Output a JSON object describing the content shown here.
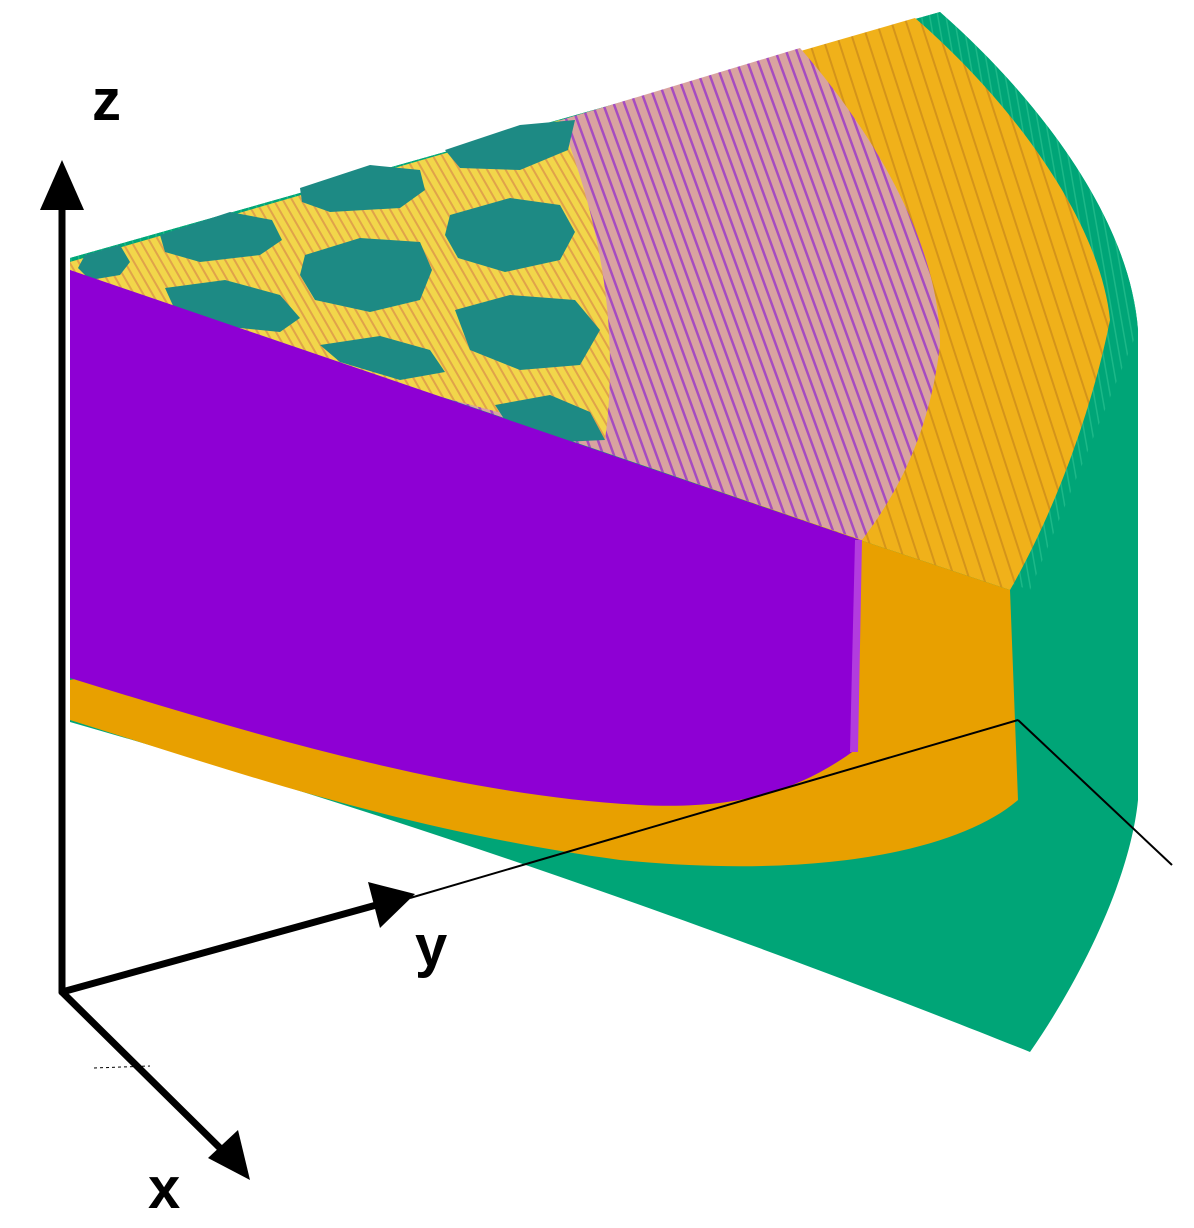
{
  "axes": {
    "x": "x",
    "y": "y",
    "z": "z"
  },
  "colors": {
    "background": "#ffffff",
    "outer_shell": "#00a577",
    "reflector": "#e8a000",
    "core_front": "#8e00d4",
    "core_top_lattice": "#d690a0",
    "lattice_stripe": "#a64cc0",
    "fuel_pin": "#1d8a84",
    "inner_yellow": "#f2d64a",
    "axis": "#000000"
  }
}
